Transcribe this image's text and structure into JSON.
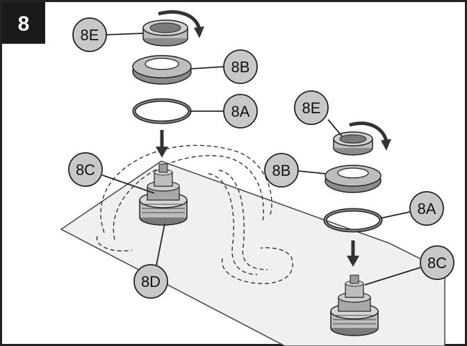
{
  "step": {
    "number": "8"
  },
  "callouts": {
    "left_8e": "8E",
    "left_8b": "8B",
    "left_8a": "8A",
    "left_8c": "8C",
    "left_8d": "8D",
    "right_8e": "8E",
    "right_8b": "8B",
    "right_8a": "8A",
    "right_8c": "8C"
  },
  "colors": {
    "step_badge": "#1a1a1a",
    "callout_fill": "#c8c8c8",
    "sink_deck": "#f0f0f0",
    "part_gray": "#bdbdbd",
    "part_dark": "#7a7a7a",
    "line": "#222222"
  },
  "icons": [
    "rotation-arrow-icon",
    "down-arrow-icon"
  ]
}
